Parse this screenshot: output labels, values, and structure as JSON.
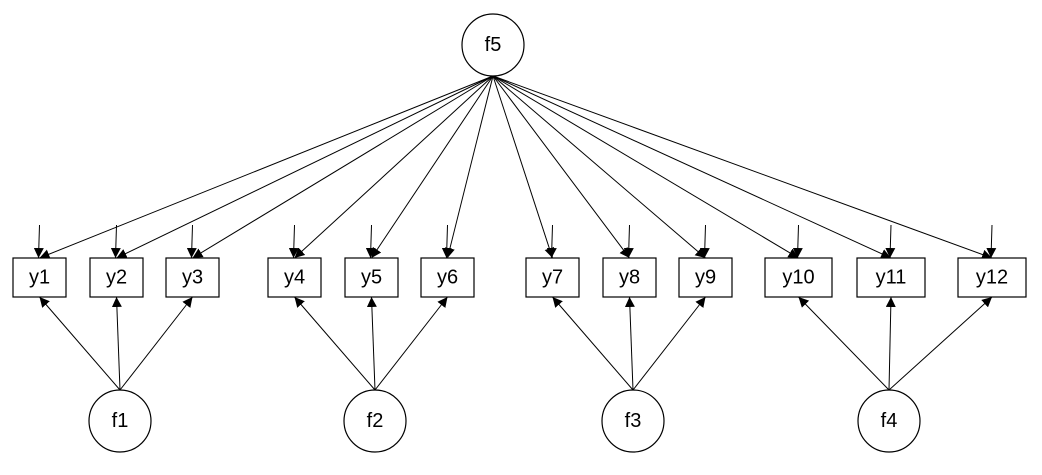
{
  "diagram": {
    "type": "structural-equation-model",
    "general_factor": {
      "id": "f5",
      "label": "f5"
    },
    "group_factors": [
      {
        "id": "f1",
        "label": "f1",
        "indicators": [
          "y1",
          "y2",
          "y3"
        ]
      },
      {
        "id": "f2",
        "label": "f2",
        "indicators": [
          "y4",
          "y5",
          "y6"
        ]
      },
      {
        "id": "f3",
        "label": "f3",
        "indicators": [
          "y7",
          "y8",
          "y9"
        ]
      },
      {
        "id": "f4",
        "label": "f4",
        "indicators": [
          "y10",
          "y11",
          "y12"
        ]
      }
    ],
    "indicators": [
      {
        "id": "y1",
        "label": "y1"
      },
      {
        "id": "y2",
        "label": "y2"
      },
      {
        "id": "y3",
        "label": "y3"
      },
      {
        "id": "y4",
        "label": "y4"
      },
      {
        "id": "y5",
        "label": "y5"
      },
      {
        "id": "y6",
        "label": "y6"
      },
      {
        "id": "y7",
        "label": "y7"
      },
      {
        "id": "y8",
        "label": "y8"
      },
      {
        "id": "y9",
        "label": "y9"
      },
      {
        "id": "y10",
        "label": "y10"
      },
      {
        "id": "y11",
        "label": "y11"
      },
      {
        "id": "y12",
        "label": "y12"
      }
    ],
    "general_factor_loads_on_all": true,
    "indicators_have_error_terms": true,
    "colors": {
      "stroke": "#000000",
      "fill": "#ffffff",
      "text": "#000000"
    }
  }
}
